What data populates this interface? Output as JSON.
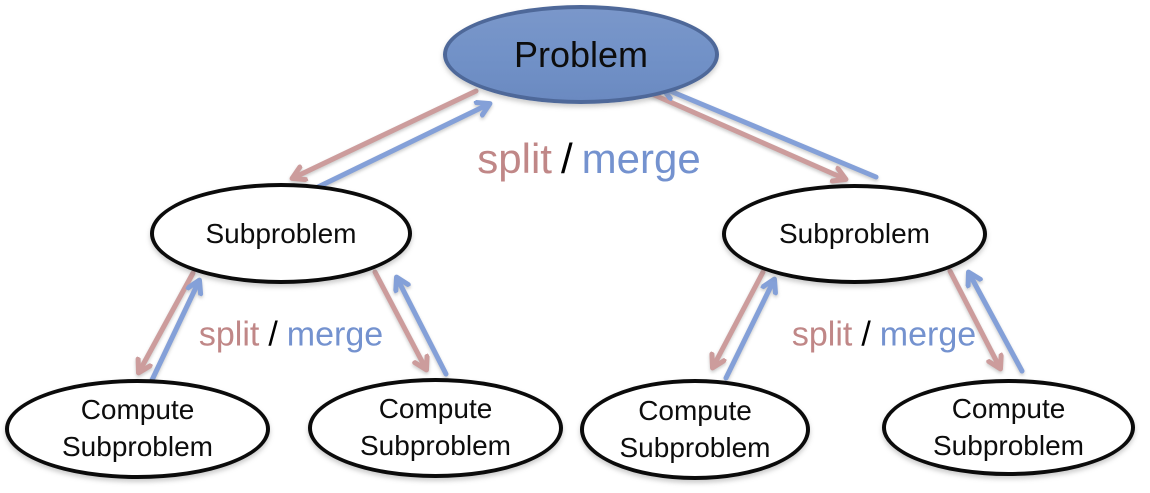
{
  "nodes": {
    "problem": {
      "label": "Problem"
    },
    "subproblem_left": {
      "label": "Subproblem"
    },
    "subproblem_right": {
      "label": "Subproblem"
    },
    "compute_left_1": {
      "label": "Compute Subproblem"
    },
    "compute_left_2": {
      "label": "Compute Subproblem"
    },
    "compute_right_1": {
      "label": "Compute Subproblem"
    },
    "compute_right_2": {
      "label": "Compute Subproblem"
    }
  },
  "edge_labels": {
    "top": {
      "split": "split",
      "separator": "/",
      "merge": "merge"
    },
    "left": {
      "split": "split",
      "separator": "/",
      "merge": "merge"
    },
    "right": {
      "split": "split",
      "separator": "/",
      "merge": "merge"
    }
  },
  "colors": {
    "node_fill": "#7191C7",
    "node_fill_border": "#4E6899",
    "node_white_border": "#0b0b0b",
    "arrow_split": "#CC9C9C",
    "arrow_merge": "#84A0D8",
    "label_split": "#C08787",
    "label_merge": "#7492CF",
    "label_separator": "#000000"
  }
}
